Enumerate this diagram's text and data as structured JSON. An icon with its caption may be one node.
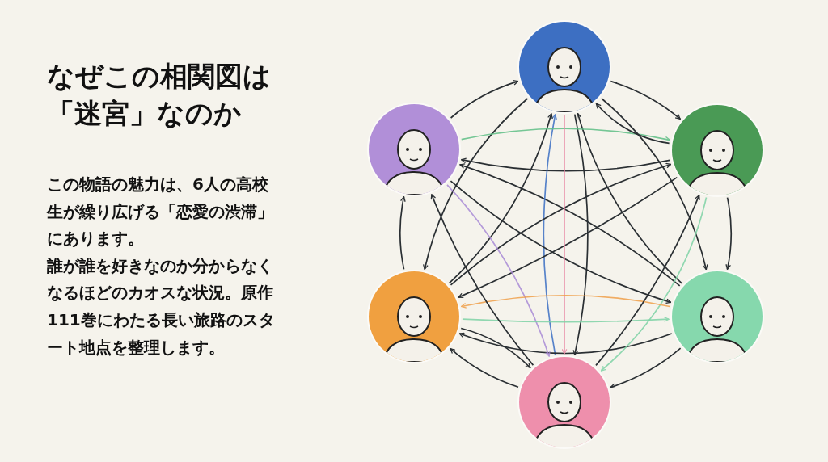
{
  "diagram": {
    "title": "なぜこの相関図は「迷宮」なのか",
    "nodes": [
      {
        "text": [],
        "shape": "person"
      },
      {
        "text": [],
        "shape": "person"
      },
      {
        "text": [],
        "shape": "person"
      },
      {
        "text": [],
        "shape": "person"
      },
      {
        "text": [],
        "shape": "person"
      },
      {
        "text": [],
        "shape": "person"
      }
    ],
    "edges": [
      {
        "from": 0,
        "to": 2,
        "arrow": "to"
      },
      {
        "from": 2,
        "to": 4,
        "arrow": "to"
      },
      {
        "from": 4,
        "to": 5,
        "arrow": "to"
      },
      {
        "from": 5,
        "to": 3,
        "arrow": "to"
      },
      {
        "from": 3,
        "to": 1,
        "arrow": "to"
      },
      {
        "from": 1,
        "to": 0,
        "arrow": "to"
      },
      {
        "from": 2,
        "to": 1,
        "arrow": "to"
      },
      {
        "from": 4,
        "to": 1,
        "arrow": "to"
      },
      {
        "from": 5,
        "to": 0,
        "arrow": "to",
        "color": "#3b6fc4"
      },
      {
        "from": 3,
        "to": 0,
        "arrow": "to"
      },
      {
        "from": 4,
        "to": 0,
        "arrow": "to"
      },
      {
        "from": 0,
        "to": 5,
        "arrow": "to"
      },
      {
        "from": 0,
        "to": 3,
        "arrow": "to"
      },
      {
        "from": 1,
        "to": 4,
        "arrow": "to"
      },
      {
        "from": 3,
        "to": 2,
        "arrow": "to"
      },
      {
        "from": 1,
        "to": 2,
        "arrow": "to",
        "color": "#5fbf86"
      },
      {
        "from": 4,
        "to": 3,
        "arrow": "to"
      },
      {
        "from": 2,
        "to": 3,
        "arrow": "to"
      },
      {
        "from": 0,
        "to": 4,
        "arrow": "to"
      },
      {
        "from": 1,
        "to": 5,
        "arrow": "to",
        "color": "#a98bd6"
      },
      {
        "from": 2,
        "to": 5,
        "arrow": "to",
        "color": "#7fd3a6"
      },
      {
        "from": 0,
        "to": 5,
        "arrow": "to",
        "color": "#e98aa6"
      },
      {
        "from": 4,
        "to": 3,
        "arrow": "to",
        "color": "#f0a04b"
      },
      {
        "from": 3,
        "to": 4,
        "arrow": "to",
        "color": "#7fd3a6"
      },
      {
        "from": 5,
        "to": 2,
        "arrow": "to"
      },
      {
        "from": 5,
        "to": 1,
        "arrow": "to"
      },
      {
        "from": 3,
        "to": 5,
        "arrow": "to"
      },
      {
        "from": 2,
        "to": 0,
        "arrow": "to"
      }
    ],
    "labels": [
      "この物語の魅力は、6人の高校生が繰り広げる「恋愛の渋滞」にあります。",
      "誰が誰を好きなのか分からなくなるほどのカオスな状況。原作111巻にわたる長い旅路のスタート地点を整理します。"
    ]
  }
}
